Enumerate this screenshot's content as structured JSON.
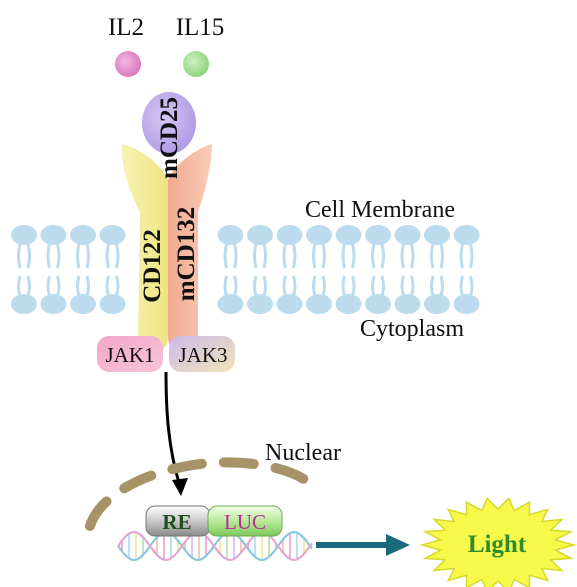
{
  "ligands": {
    "il2": "IL2",
    "il15": "IL15"
  },
  "receptors": {
    "cd25": "mCD25",
    "cd122": "CD122",
    "cd132": "mCD132"
  },
  "kinases": {
    "jak1": "JAK1",
    "jak3": "JAK3"
  },
  "compartments": {
    "membrane": "Cell Membrane",
    "cytoplasm": "Cytoplasm",
    "nuclear": "Nuclear"
  },
  "reporter": {
    "re": "RE",
    "luc": "LUC",
    "output": "Light"
  },
  "colors": {
    "il2": "#e58ac9",
    "il15": "#9fdc8e",
    "cd25": "#b9a5ea",
    "cd122": "#f3ee9a",
    "cd132": "#f3b49d",
    "jak1": "#ee9bbf",
    "jak3": "#d9c6ea",
    "lipid": "#bcdcee",
    "nuclear_envelope": "#a89368",
    "re_text": "#1f4f1f",
    "luc_text": "#c0289a",
    "light_fill": "#f6f94a",
    "light_text": "#2e8b2e",
    "arrow": "#1a6a7e"
  }
}
